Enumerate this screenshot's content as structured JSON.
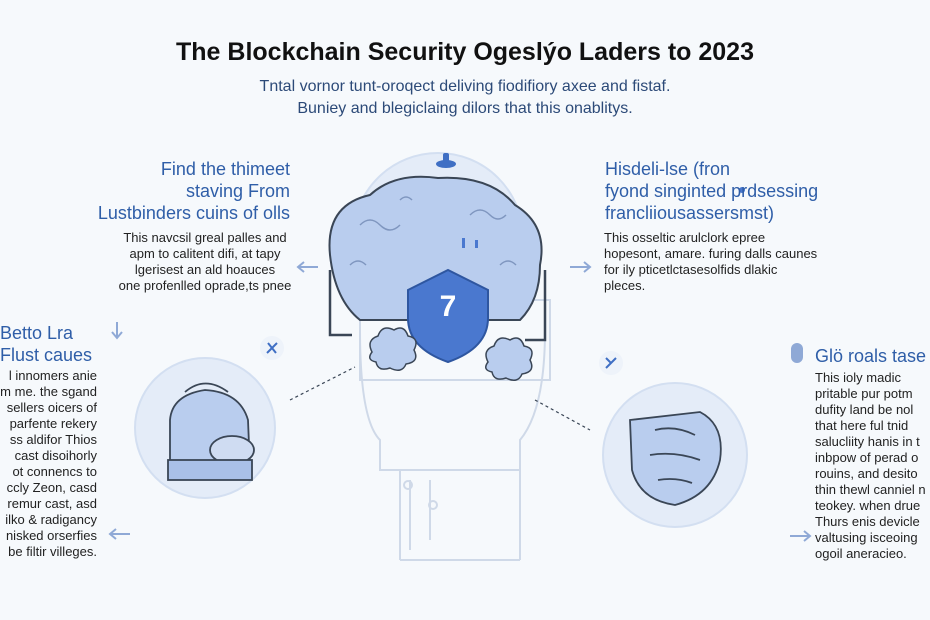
{
  "title": "The Blockchain Security Ogeslýo Laders to 2023",
  "subtitle": {
    "line1": "Tntal vornor tunt-oroqect deliving fiodifiory axee and fistaf.",
    "line2": "Buniey and blegiclaing dilors that this onablitys."
  },
  "top_left": {
    "heading": [
      "Find the thimeet",
      "staving From",
      "Lustbinders cuins of olls"
    ],
    "body": [
      "This navcsil greal palles and",
      "apm to calitent difi, at tapy",
      "lgerisest an ald hoauces",
      "one profenlled oprade,ts pnee"
    ]
  },
  "top_right": {
    "heading": [
      "Hisdeli-lse (fron",
      "fyond singinted prdsessing",
      "francliiousassersmst)"
    ],
    "body": [
      "This osseltic arulclork epree",
      "hopesont, amare. furing dalls caunes",
      "for ily pticetlctasesolfids dlakic",
      "pleces."
    ]
  },
  "left": {
    "heading": [
      "Betto Lra",
      "Flust caues"
    ],
    "body": [
      "l innomers anie",
      "m me. the sgand",
      "sellers oicers of",
      "parfente rekery",
      "ss aldifor Thios",
      "cast disoihorly",
      "ot connencs to",
      "ccly Zeon, casd",
      "remur cast, asd",
      "ilko & radigancy",
      "nisked orserfies",
      "be filtir villeges."
    ]
  },
  "right": {
    "heading": "Glö roals tase",
    "body": [
      "This ioly madic",
      "pritable pur potm",
      "dufity land be nol",
      "that here ful tnid",
      "salucliity hanis in t",
      "inbpow of perad o",
      "rouins, and desito",
      "thin thewl canniel n",
      "teokey. when drue",
      "Thurs enis devicle",
      "valtusing isceoing",
      "ogoil aneracieo."
    ]
  },
  "shield_number": "7",
  "colors": {
    "accent": "#2f5ea8",
    "shield": "#4a78cf",
    "illustration_fill": "#b9cdee",
    "circle_fill": "#e4ecf8",
    "line": "#3a4656"
  }
}
